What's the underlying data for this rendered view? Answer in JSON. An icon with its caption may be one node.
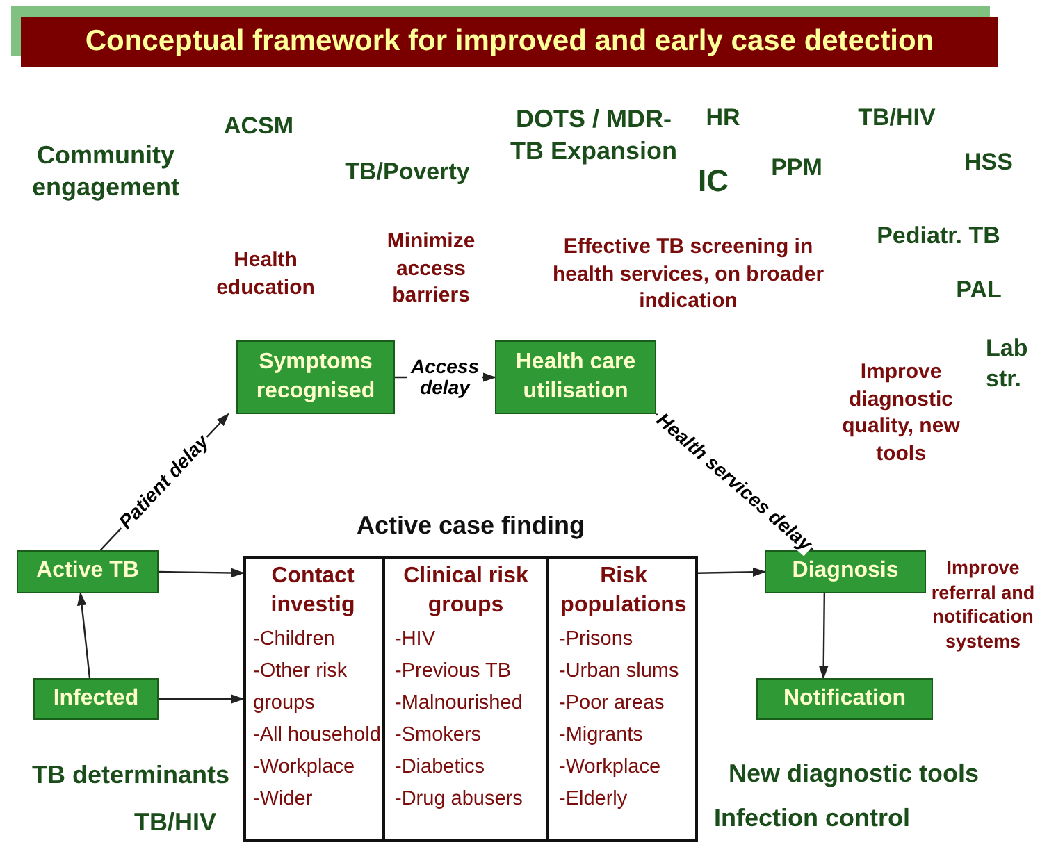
{
  "diagram": {
    "title": "Conceptual framework for improved and early case detection",
    "nodes": [
      {
        "text": [
          "Active TB"
        ]
      },
      {
        "text": [
          "Symptoms recognised"
        ]
      },
      {
        "text": [
          "Health care utilisation"
        ]
      },
      {
        "text": [
          "Diagnosis"
        ]
      },
      {
        "text": [
          "Notification"
        ]
      },
      {
        "text": [
          "Infected"
        ]
      },
      {
        "text": [
          "Active case finding"
        ]
      },
      {
        "text": [
          "Contact investig",
          "-Children",
          "-Other risk groups",
          "-All household",
          "-Workplace",
          "-Wider"
        ],
        "in": 6
      },
      {
        "text": [
          "Clinical risk groups",
          "-HIV",
          "-Previous TB",
          "-Malnourished",
          "-Smokers",
          "-Diabetics",
          "-Drug abusers"
        ],
        "in": 6
      },
      {
        "text": [
          "Risk populations",
          "-Prisons",
          "-Urban slums",
          "-Poor areas",
          "-Migrants",
          "-Workplace",
          "-Elderly"
        ],
        "in": 6
      }
    ],
    "edges": [
      {
        "from": 0,
        "to": 1,
        "arrow": "to",
        "label": "Patient delay"
      },
      {
        "from": 1,
        "to": 2,
        "arrow": "to",
        "label": "Access delay"
      },
      {
        "from": 2,
        "to": 3,
        "arrow": "to",
        "label": "Health services delay"
      },
      {
        "from": 0,
        "to": 6,
        "arrow": "to"
      },
      {
        "from": 5,
        "to": 6,
        "arrow": "to"
      },
      {
        "from": 6,
        "to": 3,
        "arrow": "to"
      },
      {
        "from": 3,
        "to": 4,
        "arrow": "to"
      },
      {
        "from": 5,
        "to": 0,
        "arrow": "to"
      }
    ],
    "labels": [
      "Community engagement",
      "ACSM",
      "DOTS / MDR-TB Expansion",
      "HR",
      "TB/HIV",
      "TB/Poverty",
      "IC",
      "PPM",
      "HSS",
      "Minimize access barriers",
      "Effective TB screening in health services, on broader indication",
      "Pediatr. TB",
      "Health education",
      "PAL",
      "Lab str.",
      "Improve diagnostic quality, new tools",
      "Improve referral and notification systems",
      "TB determinants",
      "New diagnostic tools",
      "TB/HIV",
      "Infection control"
    ]
  }
}
